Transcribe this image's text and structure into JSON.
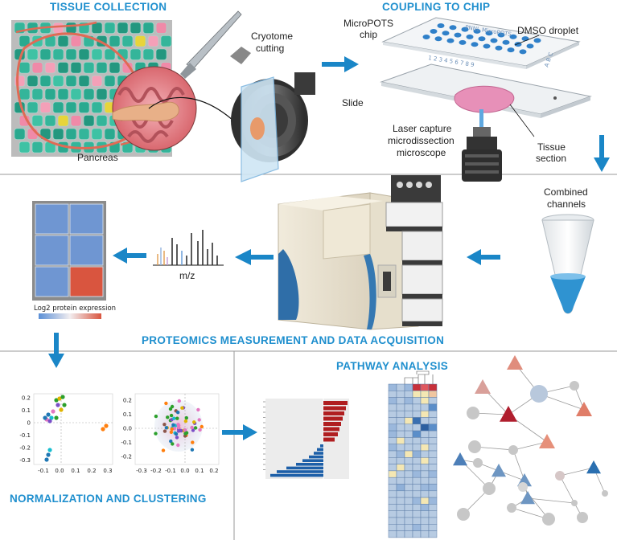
{
  "sections": {
    "tissue_collection": "TISSUE COLLECTION",
    "coupling_to_chip": "COUPLING TO CHIP",
    "proteomics": "PROTEOMICS MEASUREMENT AND DATA ACQUISITION",
    "pathway": "PATHWAY ANALYSIS",
    "normalization": "NORMALIZATION AND CLUSTERING"
  },
  "labels": {
    "cryotome_line1": "Cryotome",
    "cryotome_line2": "cutting",
    "pancreas": "Pancreas",
    "micropots_line1": "MicroPOTS",
    "micropots_line2": "chip",
    "dmso": "DMSO droplet",
    "slide": "Slide",
    "lcm_line1": "Laser capture",
    "lcm_line2": "microdissection",
    "lcm_line3": "microscope",
    "tissue_line1": "Tissue",
    "tissue_line2": "section",
    "combined_line1": "Combined",
    "combined_line2": "channels",
    "mz": "m/z",
    "log2": "Log2 protein expression",
    "chip_brand": "PNNL MicroPOTS",
    "chip_numbers": "1 2 3 4 5 6 7 8 9",
    "chip_letters": "A B C"
  },
  "plot1": {
    "yticks": [
      "0.2",
      "0.1",
      "0",
      "-0.1",
      "-0.2",
      "-0.3"
    ],
    "xticks": [
      "-0.1",
      "0.0",
      "0.1",
      "0.2",
      "0.3"
    ]
  },
  "plot2": {
    "yticks": [
      "0.2",
      "0.1",
      "0.0",
      "-0.1",
      "-0.2"
    ],
    "xticks": [
      "-0.3",
      "-0.2",
      "-0.1",
      "0.0",
      "0.1",
      "0.2"
    ]
  },
  "colors": {
    "accent": "#1f8fce",
    "arrow": "#1a86c7",
    "divider": "#9a9a9a"
  }
}
